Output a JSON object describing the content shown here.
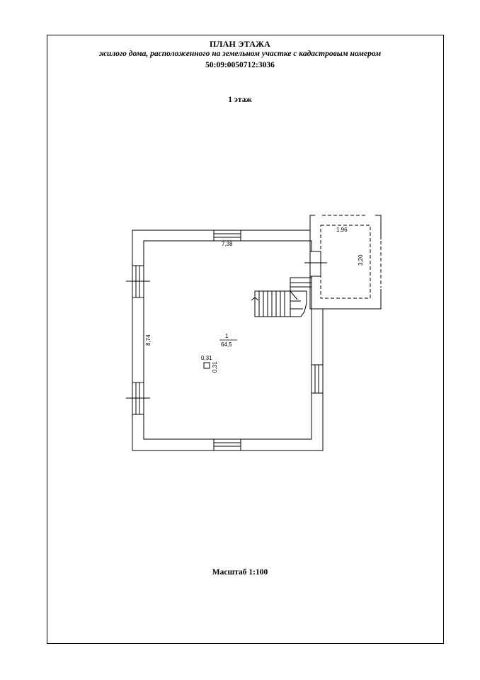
{
  "header": {
    "title": "ПЛАН ЭТАЖА",
    "subtitle": "жилого дома, расположенного на земельном участке с кадастровым номером",
    "cadastral_number": "50:09:0050712:3036"
  },
  "floor_label": "1 этаж",
  "plan": {
    "main_room": {
      "number": "1",
      "area": "64,5",
      "width": "7,38",
      "depth": "8,74"
    },
    "column": {
      "w": "0,31",
      "h": "0,31"
    },
    "porch": {
      "width": "1,96",
      "depth": "3,20"
    }
  },
  "scale_label": "Масштаб 1:100"
}
